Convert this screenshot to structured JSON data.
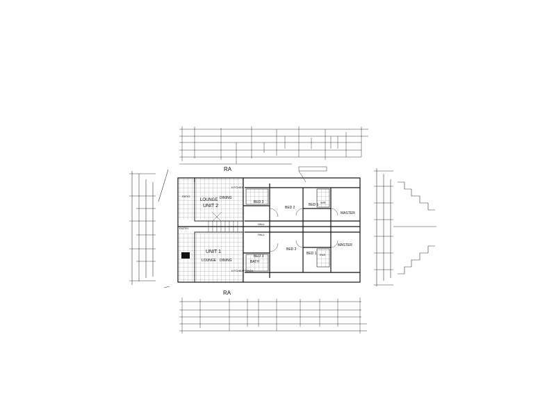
{
  "rooms": {
    "upper_lounge": "LOUNGE",
    "upper_unit": "UNIT 2",
    "upper_dining": "DINING",
    "upper_kitchen": "KITCHEN",
    "upper_bed3": "BED 3",
    "upper_bed2": "BED 2",
    "upper_bed1": "BED 1",
    "upper_robe": "WIR",
    "upper_master": "MASTER",
    "upper_patio": "PATIO",
    "lower_lounge": "LOUNGE",
    "lower_unit": "UNIT 1",
    "lower_dining": "DINING",
    "lower_kitchen": "KITCHEN",
    "lower_bath": "BATH",
    "lower_bed3": "BED 3",
    "lower_bed2": "BED 2",
    "lower_bed1": "BED 1",
    "lower_ens": "ENS",
    "lower_master": "MASTER",
    "lower_porch": "PORCH",
    "entry": "ENTRY",
    "hall_upper": "HALL",
    "hall_lower": "HALL",
    "ra_top": "RA",
    "ra_bottom": "RA"
  }
}
